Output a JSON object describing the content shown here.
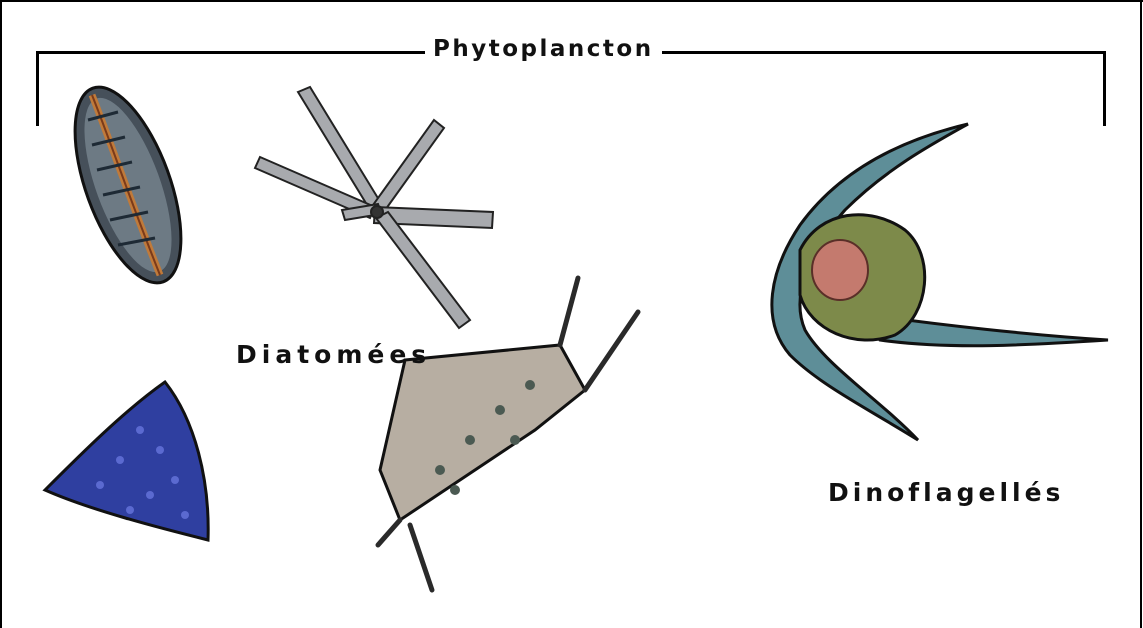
{
  "diagram": {
    "title": "Phytoplancton",
    "groups": [
      {
        "label": "Diatomées"
      },
      {
        "label": "Dinoflagellés"
      }
    ]
  },
  "colors": {
    "frame": "#000000",
    "diatom_blue": "#2f3fa0",
    "diatom_brown": "#8a5a3a",
    "diatom_gray": "#9a9a9a",
    "dino_teal": "#5e8e98",
    "dino_green": "#7d8a4a",
    "dino_pink": "#c47a6e"
  },
  "icons": [
    "oval-diatom-icon",
    "star-diatom-colony-icon",
    "triangular-diatom-icon",
    "chain-diatom-icon",
    "dinoflagellate-icon"
  ]
}
